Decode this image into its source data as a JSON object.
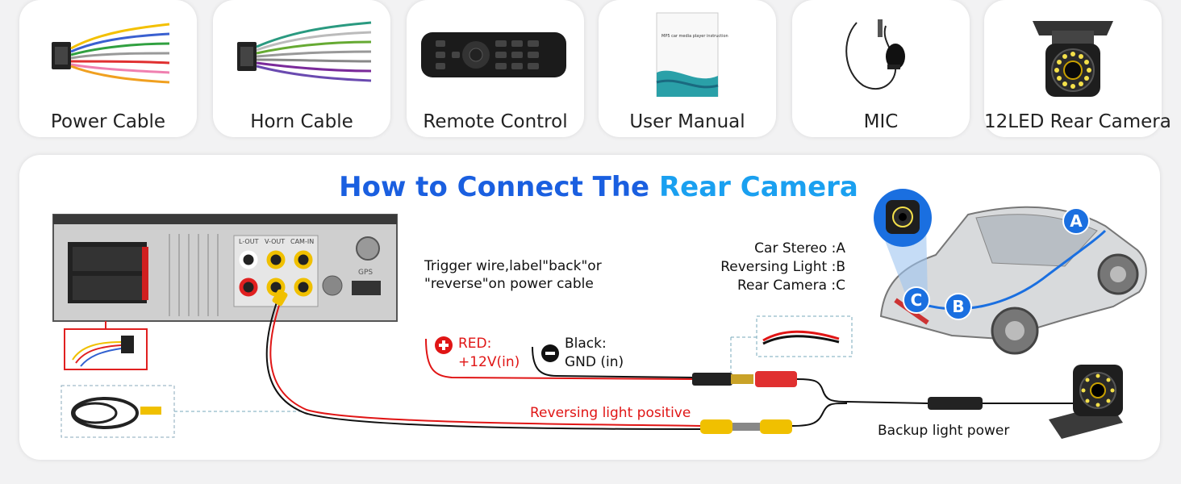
{
  "accessories": [
    {
      "label": "Power Cable",
      "icon": "power-cable-icon"
    },
    {
      "label": "Horn Cable",
      "icon": "horn-cable-icon"
    },
    {
      "label": "Remote Control",
      "icon": "remote-control-icon"
    },
    {
      "label": "User Manual",
      "icon": "user-manual-icon",
      "cover_text": "MP5 car media player instruction"
    },
    {
      "label": "MIC",
      "icon": "mic-icon"
    },
    {
      "label": "12LED Rear Camera",
      "icon": "rear-camera-icon"
    }
  ],
  "diagram": {
    "title_part1": "How to Connect The",
    "title_part2": "Rear Camera",
    "trigger_line1": "Trigger wire,label\"back\"or",
    "trigger_line2": "\"reverse\"on power cable",
    "legend": [
      "Car Stereo :A",
      "Reversing Light :B",
      "Rear Camera :C"
    ],
    "red_line1": "RED:",
    "red_line2": "+12V(in)",
    "black_line1": "Black:",
    "black_line2": "GND (in)",
    "reversing_label": "Reversing light positive",
    "backup_label": "Backup light power",
    "markers": [
      "A",
      "B",
      "C"
    ],
    "stereo_ports": [
      "L-OUT",
      "V-OUT",
      "CAM-IN",
      "GPS"
    ]
  },
  "colors": {
    "title_dark_blue": "#1a5fe0",
    "title_light_blue": "#1aa0f0",
    "wire_red": "#e01515",
    "marker_blue": "#1a6fe0",
    "rca_yellow": "#f0c000"
  }
}
